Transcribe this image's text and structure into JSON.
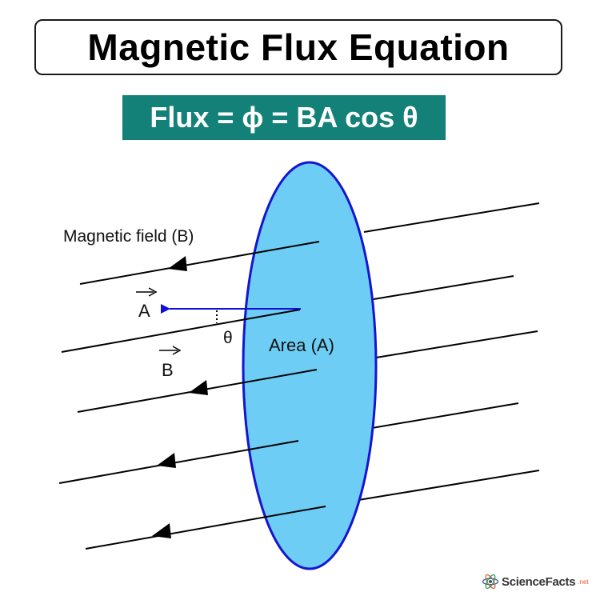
{
  "title": "Magnetic Flux Equation",
  "equation": "Flux = ϕ = BA cos θ",
  "labels": {
    "magnetic_field": "Magnetic field (B)",
    "area": "Area (A)",
    "vector_a": "A",
    "vector_b": "B",
    "angle": "θ"
  },
  "logo": {
    "name": "ScienceFacts",
    "suffix": ".net"
  },
  "colors": {
    "surface_fill": "#6dcdf5",
    "surface_stroke": "#1515d0",
    "area_vector": "#1010d8",
    "equation_bg": "#138178"
  },
  "icons": [
    "atom-logo-icon"
  ]
}
